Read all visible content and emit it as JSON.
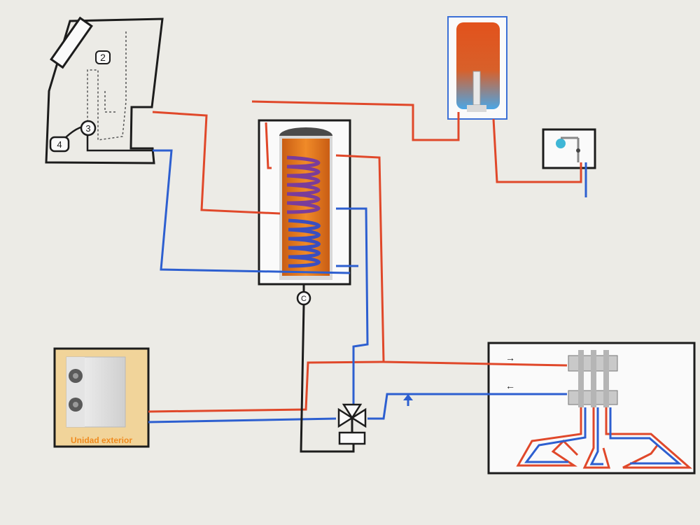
{
  "colors": {
    "paper": "#ecebe6",
    "hot_pipe": "#e0482a",
    "cold_pipe": "#2d5fd0",
    "outline": "#1c1c1c",
    "tank_orange": "#e86a1e",
    "outdoor_label_bg": "#f1d49a",
    "outdoor_label_text": "#f08a1e"
  },
  "solar_panel": {
    "markers": [
      "2",
      "3",
      "4"
    ]
  },
  "storage_tank": {
    "sensor_label": "C"
  },
  "outdoor_unit": {
    "label": "Unidad exterior"
  },
  "floor_heating": {
    "supply_arrow": "→",
    "return_arrow": "←"
  },
  "icons": [
    "sun-icon",
    "circulation-pump-icon",
    "expansion-vessel-icon",
    "shower-head-icon",
    "three-way-valve-icon",
    "air-vent-icon"
  ]
}
